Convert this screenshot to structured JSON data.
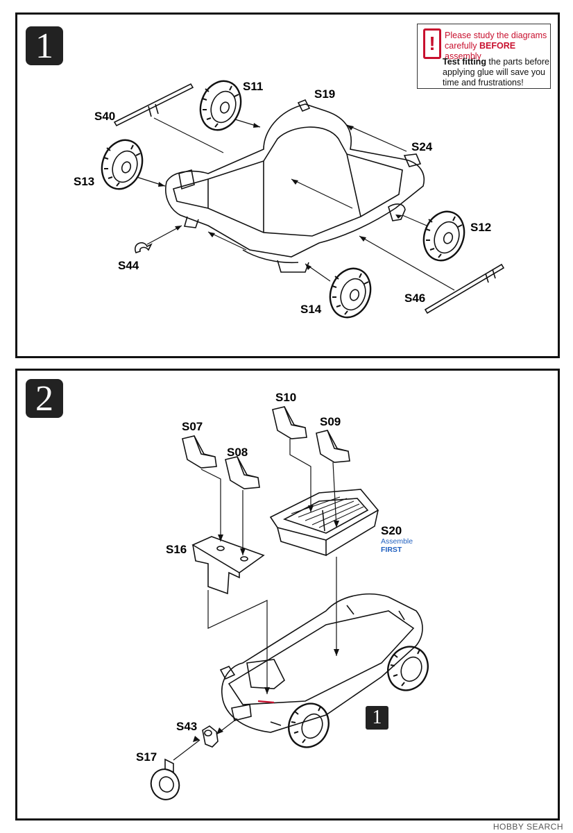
{
  "steps": {
    "step1": "1",
    "step2": "2",
    "ref_badge": "1"
  },
  "note": {
    "line1_pre": "Please study the diagrams carefully ",
    "line1_bold": "BEFORE",
    "line1_post": " assembly",
    "line2_bold": "Test fitting",
    "line2_rest": " the parts before applying glue will save you time and frustrations!",
    "icon": "!"
  },
  "panel1_labels": {
    "s11": "S11",
    "s19": "S19",
    "s40": "S40",
    "s24": "S24",
    "s13": "S13",
    "s12": "S12",
    "s44": "S44",
    "s46": "S46",
    "s14": "S14"
  },
  "panel2_labels": {
    "s10": "S10",
    "s09": "S09",
    "s07": "S07",
    "s08": "S08",
    "s20": "S20",
    "s20_note1": "Assemble",
    "s20_note2": "FIRST",
    "s16": "S16",
    "s43": "S43",
    "s17": "S17"
  },
  "watermark": "HOBBY SEARCH",
  "colors": {
    "note_red": "#c8102e",
    "note_blue": "#1f5fbf",
    "frame": "#111111"
  }
}
